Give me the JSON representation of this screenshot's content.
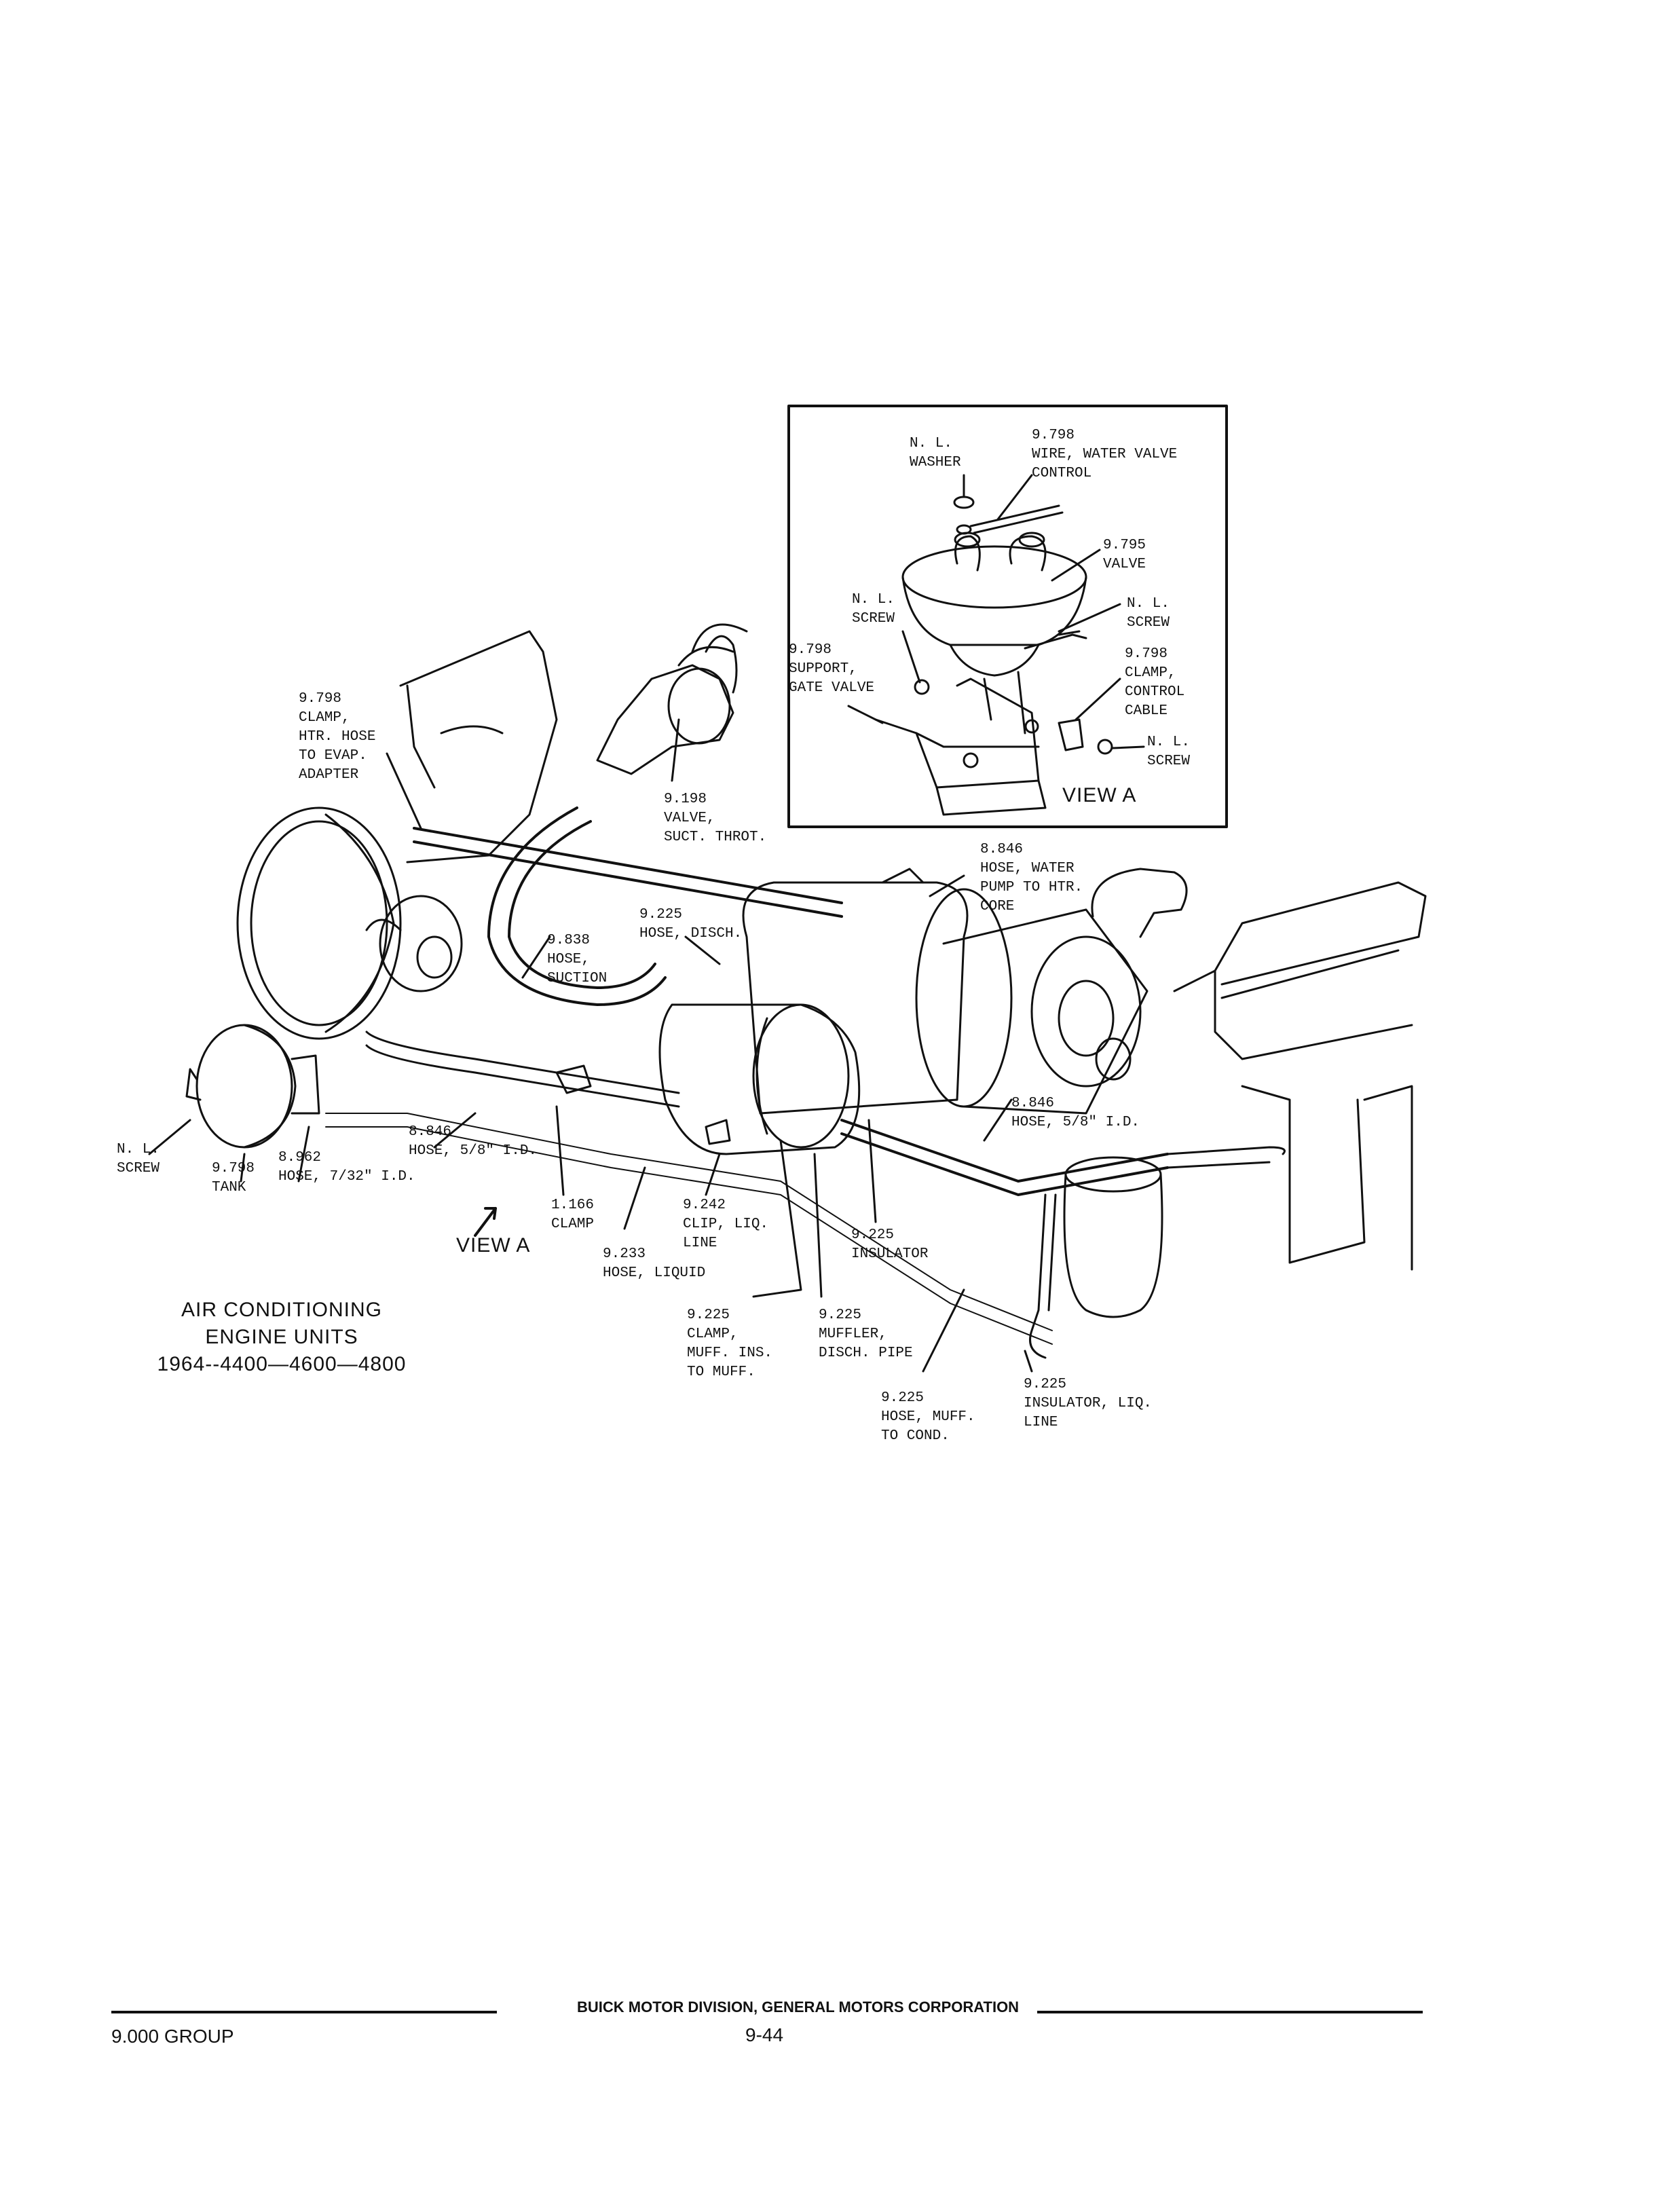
{
  "title": {
    "line1": "AIR CONDITIONING",
    "line2": "ENGINE UNITS",
    "line3": "1964--4400—4600—4800"
  },
  "view_a_caption": "VIEW A",
  "inset_caption": "VIEW A",
  "inset_labels": [
    {
      "text": "N. L.\nWASHER"
    },
    {
      "text": "9.798\nWIRE, WATER VALVE\nCONTROL"
    },
    {
      "text": "9.795\nVALVE"
    },
    {
      "text": "N. L.\nSCREW"
    },
    {
      "text": "N. L.\nSCREW"
    },
    {
      "text": "9.798\nSUPPORT,\nGATE VALVE"
    },
    {
      "text": "9.798\nCLAMP,\nCONTROL\nCABLE"
    },
    {
      "text": "N. L.\nSCREW"
    }
  ],
  "main_labels": [
    {
      "text": "9.798\nCLAMP,\nHTR. HOSE\nTO EVAP.\nADAPTER"
    },
    {
      "text": "9.198\nVALVE,\nSUCT. THROT."
    },
    {
      "text": "8.846\nHOSE, WATER\nPUMP TO HTR.\nCORE"
    },
    {
      "text": "9.225\nHOSE, DISCH."
    },
    {
      "text": "9.838\nHOSE,\nSUCTION"
    },
    {
      "text": "8.846\nHOSE, 5/8\" I.D."
    },
    {
      "text": "N. L.\nSCREW"
    },
    {
      "text": "9.798\nTANK"
    },
    {
      "text": "8.962\nHOSE, 7/32\" I.D."
    },
    {
      "text": "8.846\nHOSE, 5/8\" I.D."
    },
    {
      "text": "1.166\nCLAMP"
    },
    {
      "text": "9.242\nCLIP, LIQ.\nLINE"
    },
    {
      "text": "9.233\nHOSE, LIQUID"
    },
    {
      "text": "9.225\nINSULATOR"
    },
    {
      "text": "9.225\nCLAMP,\nMUFF. INS.\nTO MUFF."
    },
    {
      "text": "9.225\nMUFFLER,\nDISCH. PIPE"
    },
    {
      "text": "9.225\nHOSE, MUFF.\nTO COND."
    },
    {
      "text": "9.225\nINSULATOR, LIQ.\nLINE"
    }
  ],
  "footer": {
    "center_line1": "BUICK MOTOR DIVISION, GENERAL MOTORS CORPORATION",
    "left": "9.000 GROUP",
    "page": "9-44"
  }
}
